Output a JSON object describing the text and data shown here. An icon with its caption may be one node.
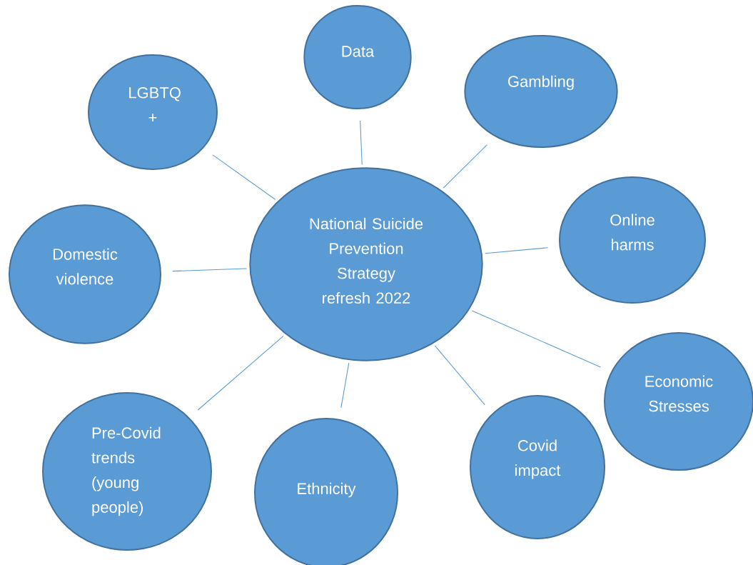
{
  "diagram": {
    "nodes": [
      {
        "text": [
          "National Suicide Prevention Strategy refresh 2022"
        ]
      },
      {
        "text": [
          "LGBTQ +"
        ]
      },
      {
        "text": [
          "Data"
        ]
      },
      {
        "text": [
          "Gambling"
        ]
      },
      {
        "text": [
          "Domestic violence"
        ]
      },
      {
        "text": [
          "Online harms"
        ]
      },
      {
        "text": [
          "Economic Stresses"
        ]
      },
      {
        "text": [
          "Pre-Covid trends (young people)"
        ]
      },
      {
        "text": [
          "Ethnicity"
        ]
      },
      {
        "text": [
          "Covid impact"
        ]
      }
    ],
    "edges": [
      {
        "from": 0,
        "to": 1,
        "arrow": "none"
      },
      {
        "from": 0,
        "to": 2,
        "arrow": "none"
      },
      {
        "from": 0,
        "to": 3,
        "arrow": "none"
      },
      {
        "from": 0,
        "to": 4,
        "arrow": "none"
      },
      {
        "from": 0,
        "to": 5,
        "arrow": "none"
      },
      {
        "from": 0,
        "to": 6,
        "arrow": "none"
      },
      {
        "from": 0,
        "to": 7,
        "arrow": "none"
      },
      {
        "from": 0,
        "to": 8,
        "arrow": "none"
      },
      {
        "from": 0,
        "to": 9,
        "arrow": "none"
      }
    ]
  }
}
